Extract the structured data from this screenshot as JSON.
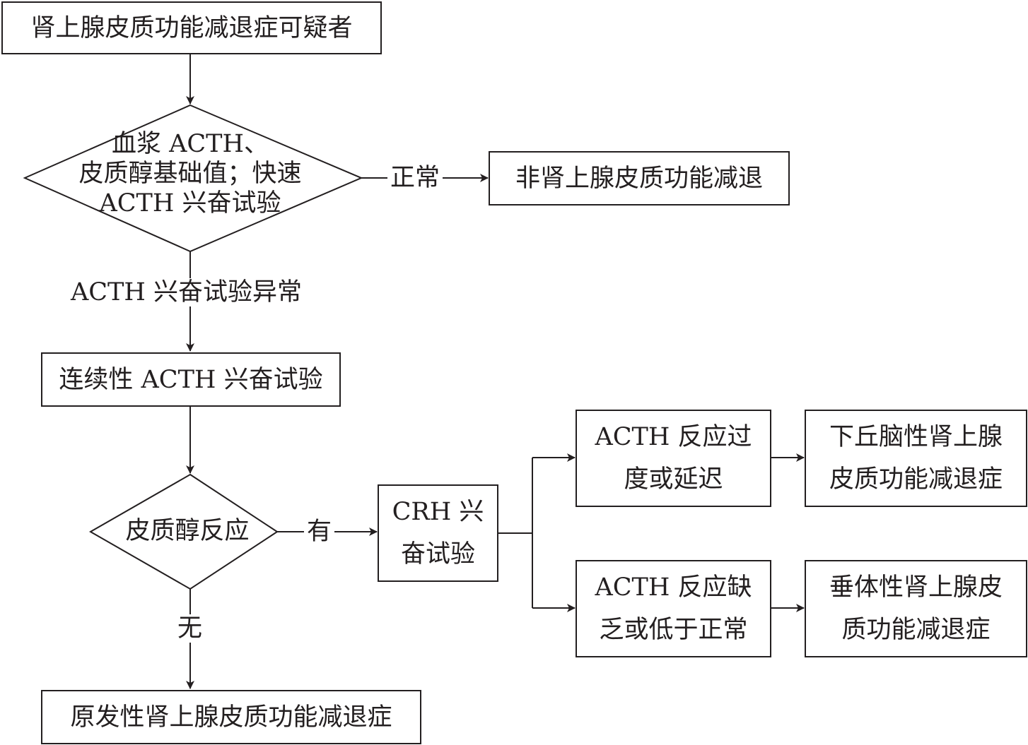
{
  "nodes": {
    "suspect": "肾上腺皮质功能减退症可疑者",
    "decision1": [
      "血浆 ACTH、",
      "皮质醇基础值；快速",
      "ACTH 兴奋试验"
    ],
    "not_insufficiency": "非肾上腺皮质功能减退",
    "continuous_test": "连续性 ACTH 兴奋试验",
    "decision2": "皮质醇反应",
    "crh_test": [
      "CRH 兴",
      "奋试验"
    ],
    "acth_excess": [
      "ACTH 反应过",
      "度或延迟"
    ],
    "hypothalamic": [
      "下丘脑性肾上腺",
      "皮质功能减退症"
    ],
    "acth_deficient": [
      "ACTH 反应缺",
      "乏或低于正常"
    ],
    "pituitary": [
      "垂体性肾上腺皮",
      "质功能减退症"
    ],
    "primary": "原发性肾上腺皮质功能减退症"
  },
  "edges": {
    "normal": "正常",
    "acth_abnormal": "ACTH 兴奋试验异常",
    "yes": "有",
    "no": "无"
  }
}
